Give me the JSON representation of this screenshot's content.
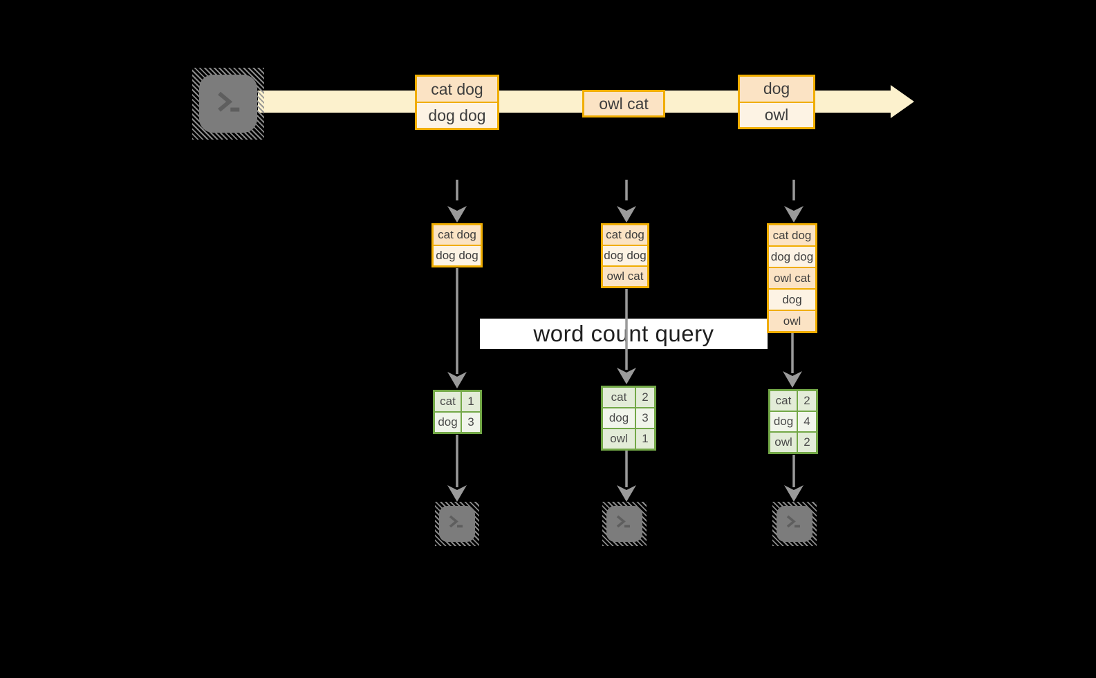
{
  "query": {
    "label": "word count query"
  },
  "stream": {
    "batches": [
      {
        "cells": [
          "cat dog",
          "dog dog"
        ]
      },
      {
        "cells": [
          "owl cat"
        ]
      },
      {
        "cells": [
          "dog",
          "owl"
        ]
      }
    ]
  },
  "states": [
    {
      "cells": [
        "cat dog",
        "dog dog"
      ]
    },
    {
      "cells": [
        "cat dog",
        "dog dog",
        "owl cat"
      ]
    },
    {
      "cells": [
        "cat dog",
        "dog dog",
        "owl cat",
        "dog",
        "owl"
      ]
    }
  ],
  "results": [
    {
      "rows": [
        {
          "word": "cat",
          "count": "1"
        },
        {
          "word": "dog",
          "count": "3"
        }
      ]
    },
    {
      "rows": [
        {
          "word": "cat",
          "count": "2"
        },
        {
          "word": "dog",
          "count": "3"
        },
        {
          "word": "owl",
          "count": "1"
        }
      ]
    },
    {
      "rows": [
        {
          "word": "cat",
          "count": "2"
        },
        {
          "word": "dog",
          "count": "4"
        },
        {
          "word": "owl",
          "count": "2"
        }
      ]
    }
  ],
  "icons": {
    "source_terminal": "terminal-prompt",
    "sink_terminal": "terminal-prompt"
  },
  "colors": {
    "background": "#000000",
    "stream_band": "#fcf1cd",
    "orange_border": "#f0ad00",
    "orange_cell_dark": "#fbe3c4",
    "orange_cell_light": "#fdf3e4",
    "green_border": "#73a847",
    "green_cell_dark": "#e3ecd8",
    "green_cell_light": "#f1f5eb",
    "arrow_gray": "#9a9a9a",
    "terminal_gray": "#7c7c7c",
    "label_bg": "#ffffff",
    "text": "#3d3d3d"
  }
}
